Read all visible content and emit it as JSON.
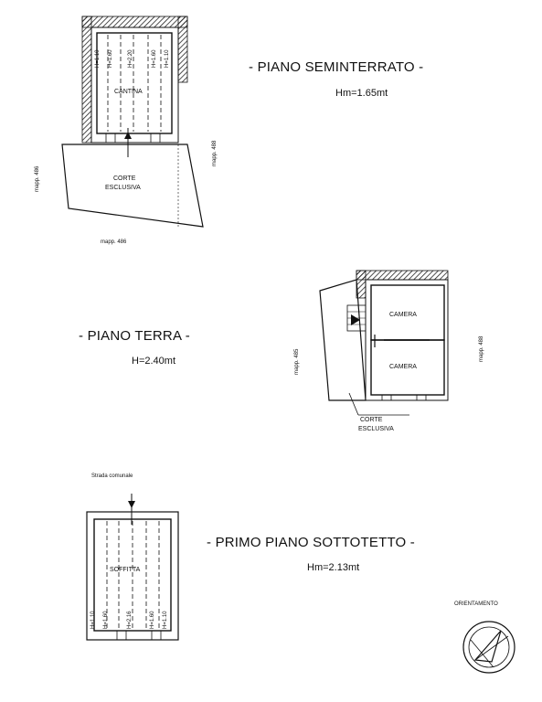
{
  "sections": {
    "basement": {
      "title": "- PIANO SEMINTERRATO -",
      "height": "Hm=1.65mt",
      "room": "CANTINA",
      "yard": [
        "CORTE",
        "ESCLUSIVA"
      ],
      "parcels": [
        "mapp. 486",
        "mapp. 486",
        "mapp. 488"
      ],
      "heights": [
        "H=1.10",
        "H=1.60",
        "H=2.20",
        "H=1.60",
        "H=1.10"
      ]
    },
    "ground": {
      "title": "- PIANO TERRA -",
      "height": "H=2.40mt",
      "room_upper": "CAMERA",
      "room_lower": "CAMERA",
      "yard": [
        "CORTE",
        "ESCLUSIVA"
      ],
      "parcels": [
        "mapp. 485",
        "mapp. 488"
      ]
    },
    "attic": {
      "title": "- PRIMO PIANO SOTTOTETTO -",
      "height": "Hm=2.13mt",
      "room": "SOFFITTA",
      "road": "Strada comunale",
      "heights": [
        "H=1.10",
        "H=1.60",
        "H=2.16",
        "H=1.60",
        "H=1.10"
      ]
    }
  },
  "orientation": {
    "label": "ORIENTAMENTO"
  }
}
